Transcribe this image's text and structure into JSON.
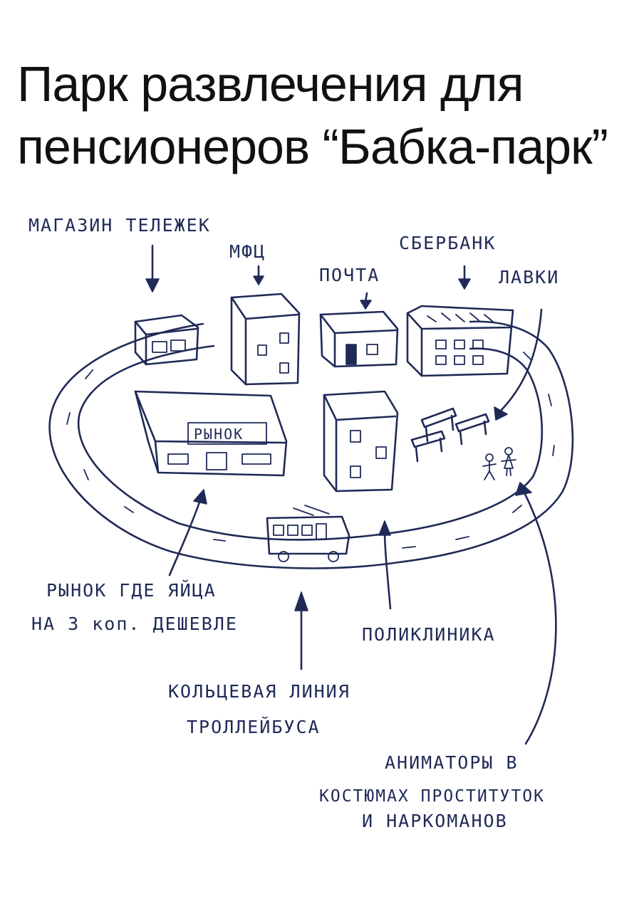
{
  "title_line1": "Парк развлечения для",
  "title_line2": "пенсионеров “Бабка-парк”",
  "labels": {
    "cart_shop": "МАГАЗИН ТЕЛЕЖЕК",
    "mfc": "МФЦ",
    "sberbank": "СБЕРБАНК",
    "post": "ПОЧТА",
    "benches": "ЛАВКИ",
    "market_sign": "РЫНОК",
    "market_line1": "РЫНОК ГДЕ ЯЙЦА",
    "market_line2": "НА 3 коп. ДЕШЕВЛЕ",
    "clinic": "ПОЛИКЛИНИКА",
    "trolley_line1": "КОЛЬЦЕВАЯ ЛИНИЯ",
    "trolley_line2": "ТРОЛЛЕЙБУСА",
    "animators_line1": "АНИМАТОРЫ В",
    "animators_line2": "КОСТЮМАХ ПРОСТИТУТОК",
    "animators_line3": "И НАРКОМАНОВ"
  },
  "colors": {
    "ink": "#1f2a57",
    "title": "#111111",
    "background": "#ffffff"
  }
}
